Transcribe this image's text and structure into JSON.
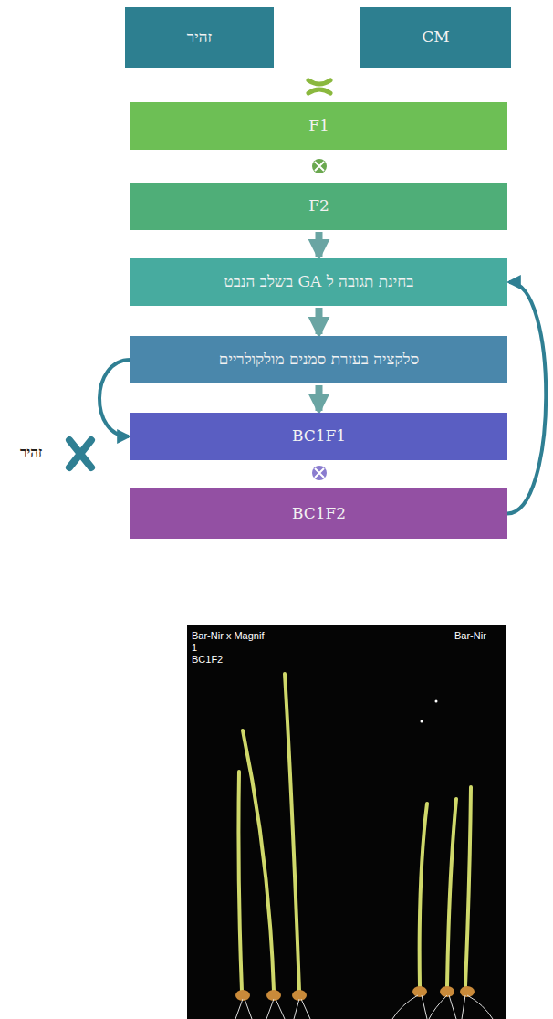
{
  "diagram": {
    "nodes": [
      {
        "text": [
          "זהיר"
        ]
      },
      {
        "text": [
          "CM"
        ]
      },
      {
        "text": [
          "F1"
        ]
      },
      {
        "text": [
          "F2"
        ]
      },
      {
        "text": [
          "בחינת תגובה ל GA בשלב הנבט"
        ]
      },
      {
        "text": [
          "סלקציה בעזרת סמנים מולקולריים"
        ]
      },
      {
        "text": [
          "BC1F1"
        ]
      },
      {
        "text": [
          "BC1F2"
        ]
      }
    ],
    "edges": [
      {
        "from": 3,
        "to": 4,
        "arrow": "to"
      },
      {
        "from": 4,
        "to": 5,
        "arrow": "to"
      },
      {
        "from": 5,
        "to": 6,
        "arrow": "to"
      },
      {
        "from": 5,
        "to": 6,
        "arrow": "to"
      },
      {
        "from": 7,
        "to": 4,
        "arrow": "to"
      }
    ],
    "labels": [
      "זהיר",
      "Bar-Nir x Magnif",
      "1",
      "BC1F2",
      "Bar-Nir"
    ]
  }
}
